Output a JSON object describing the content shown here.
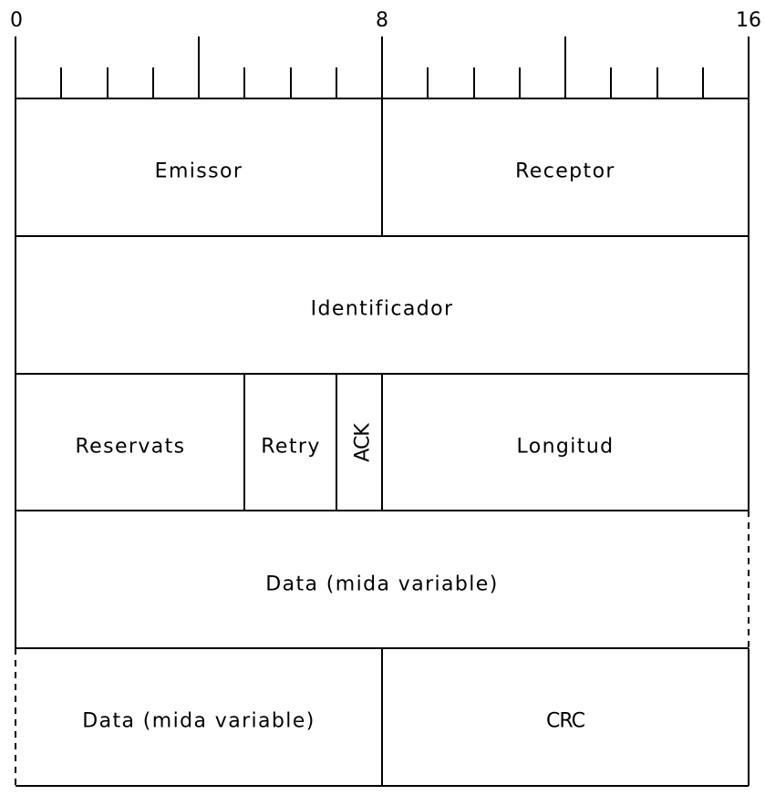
{
  "ruler": {
    "label_start": "0",
    "label_mid": "8",
    "label_end": "16"
  },
  "fields": {
    "emissor": "Emissor",
    "receptor": "Receptor",
    "identificador": "Identificador",
    "reservats": "Reservats",
    "retry": "Retry",
    "ack": "ACK",
    "longitud": "Longitud",
    "data_full": "Data (mida variable)",
    "data_partial": "Data (mida variable)",
    "crc": "CRC"
  }
}
